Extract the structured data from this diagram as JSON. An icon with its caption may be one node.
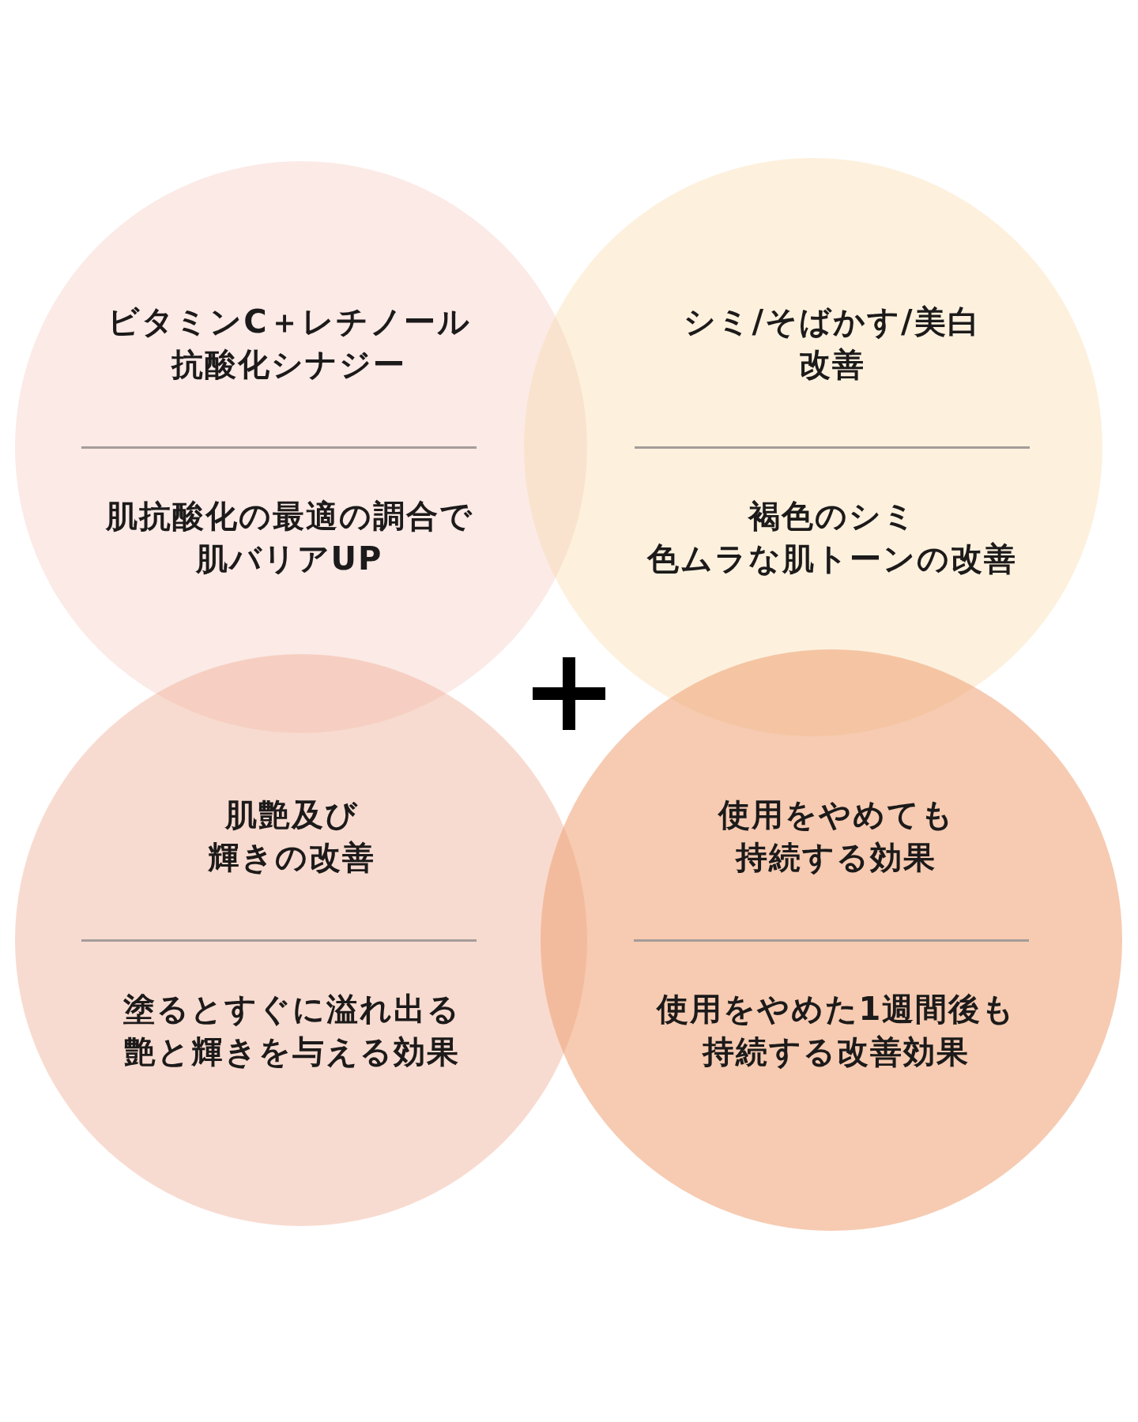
{
  "diagram": {
    "nodes": [
      {
        "text": [
          "ビタミンC＋レチノール抗酸化シナジー",
          "肌抗酸化の最適の調合で肌バリアUP"
        ]
      },
      {
        "text": [
          "シミ/そばかす/美白改善",
          "褐色のシミ色ムラな肌トーンの改善"
        ]
      },
      {
        "text": [
          "肌艶及び輝きの改善",
          "塗るとすぐに溢れ出る艶と輝きを与える効果"
        ]
      },
      {
        "text": [
          "使用をやめても持続する効果",
          "使用をやめた1週間後も持続する改善効果"
        ]
      }
    ]
  }
}
